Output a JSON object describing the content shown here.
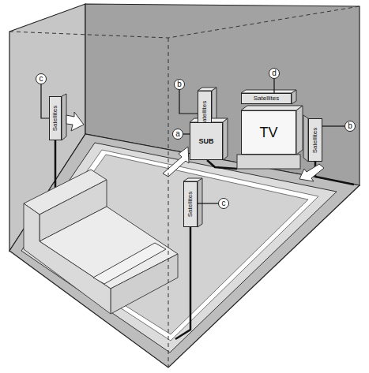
{
  "diagram": {
    "nodes": [
      {
        "text": [
          "c"
        ]
      },
      {
        "text": [
          "Satellites"
        ]
      },
      {
        "text": [
          "b"
        ]
      },
      {
        "text": [
          "Satellites"
        ]
      },
      {
        "text": [
          "d"
        ]
      },
      {
        "text": [
          "Satellites"
        ]
      },
      {
        "text": [
          "TV"
        ]
      },
      {
        "text": [
          "b"
        ]
      },
      {
        "text": [
          "Satellites"
        ]
      },
      {
        "text": [
          "a"
        ]
      },
      {
        "text": [
          "SUB"
        ]
      },
      {
        "text": [
          "Satellites"
        ]
      },
      {
        "text": [
          "c"
        ]
      }
    ],
    "edges": [
      {
        "from": 0,
        "to": 1,
        "arrow": "none"
      },
      {
        "from": 2,
        "to": 3,
        "arrow": "none"
      },
      {
        "from": 4,
        "to": 5,
        "arrow": "none"
      },
      {
        "from": 7,
        "to": 8,
        "arrow": "none"
      },
      {
        "from": 9,
        "to": 10,
        "arrow": "none"
      },
      {
        "from": 12,
        "to": 11,
        "arrow": "none"
      }
    ]
  }
}
